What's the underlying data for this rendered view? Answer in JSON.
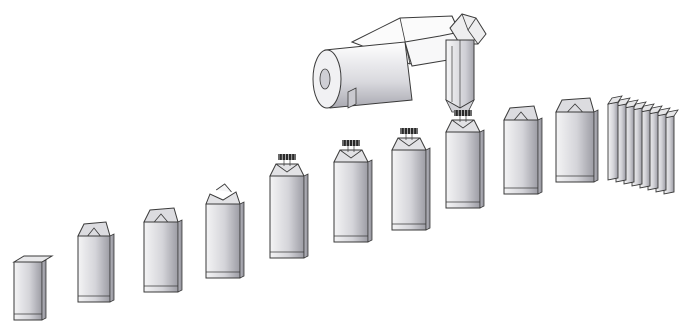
{
  "diagram": {
    "machine": {
      "parts": [
        "film-roll",
        "forming-tube",
        "forming-collar",
        "outlet-chute"
      ]
    },
    "packages": [
      {
        "stage": 1,
        "kind": "finished-pack"
      },
      {
        "stage": 2,
        "kind": "open-top"
      },
      {
        "stage": 3,
        "kind": "open-top"
      },
      {
        "stage": 4,
        "kind": "folding-flaps"
      },
      {
        "stage": 5,
        "kind": "sealing-jaws"
      },
      {
        "stage": 6,
        "kind": "sealing-jaws"
      },
      {
        "stage": 7,
        "kind": "sealing-jaws"
      },
      {
        "stage": 8,
        "kind": "sealing-jaws"
      },
      {
        "stage": 9,
        "kind": "open-top"
      },
      {
        "stage": 10,
        "kind": "open-top"
      },
      {
        "stage": 11,
        "kind": "stack",
        "count": 8
      }
    ],
    "colors": {
      "stroke": "#3a3a3a",
      "face_light": "#f2f2f2",
      "face_mid": "#cfcfd4",
      "face_dark": "#9a9aa2",
      "top": "#e6e6e6"
    }
  }
}
